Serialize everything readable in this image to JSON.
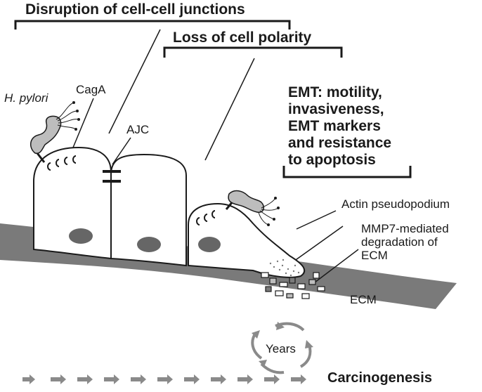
{
  "headings": {
    "disruption": "Disruption of cell-cell junctions",
    "polarity": "Loss of cell polarity",
    "emt": [
      "EMT: motility,",
      "invasiveness,",
      "EMT markers",
      "and resistance",
      "to apoptosis"
    ]
  },
  "labels": {
    "hpylori": "H. pylori",
    "caga": "CagA",
    "ajc": "AJC",
    "actin": "Actin pseudopodium",
    "mmp7": [
      "MMP7-mediated",
      "degradation of",
      "ECM"
    ],
    "ecm": "ECM",
    "years": "Years",
    "carcinogenesis": "Carcinogenesis"
  },
  "colors": {
    "ecm_band": "#7a7a7a",
    "nucleus": "#666666",
    "bacterium": "#bdbdbd",
    "arrow": "#8a8a8a",
    "outline": "#1a1a1a"
  }
}
